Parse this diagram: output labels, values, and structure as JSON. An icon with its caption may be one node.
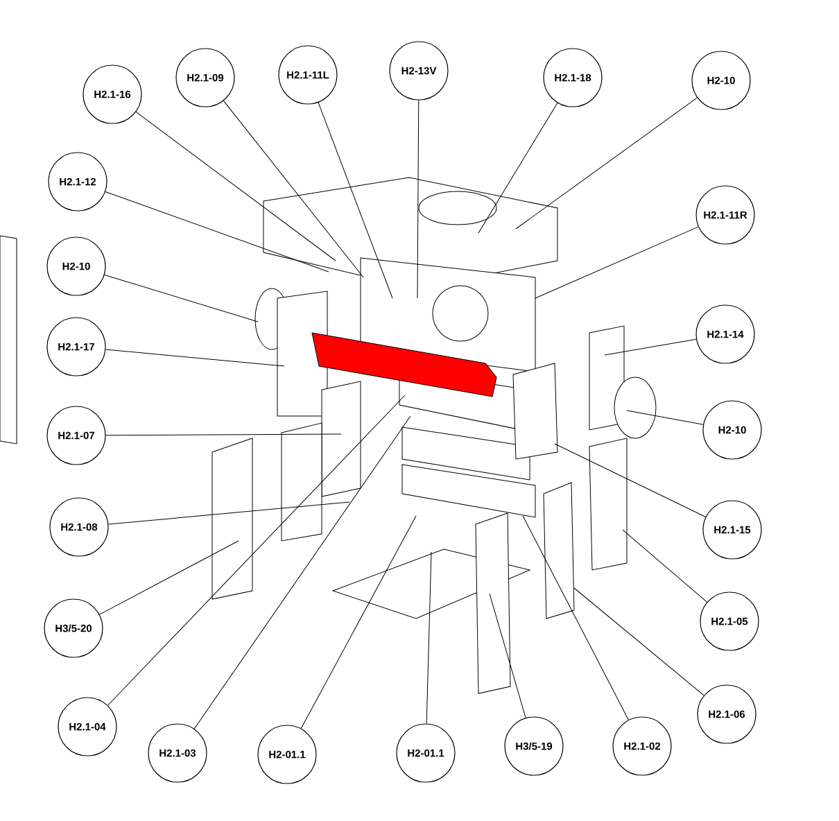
{
  "diagram": {
    "nodes": [
      {
        "text": [
          "H2.1-16"
        ]
      },
      {
        "text": [
          "H2.1-09"
        ]
      },
      {
        "text": [
          "H2.1-11L"
        ]
      },
      {
        "text": [
          "H2-13V"
        ]
      },
      {
        "text": [
          "H2.1-18"
        ]
      },
      {
        "text": [
          "H2-10"
        ]
      },
      {
        "text": [
          "H2.1-12"
        ]
      },
      {
        "text": [
          "H2.1-11R"
        ]
      },
      {
        "text": [
          "H2-10"
        ]
      },
      {
        "text": [
          "H2.1-14"
        ]
      },
      {
        "text": [
          "H2.1-17"
        ]
      },
      {
        "text": [
          "H2-10"
        ]
      },
      {
        "text": [
          "H2.1-07"
        ]
      },
      {
        "text": [
          "H2.1-15"
        ]
      },
      {
        "text": [
          "H2.1-08"
        ]
      },
      {
        "text": [
          "H2.1-05"
        ]
      },
      {
        "text": [
          "H3/5-20"
        ]
      },
      {
        "text": [
          "H2.1-06"
        ]
      },
      {
        "text": [
          "H2.1-04"
        ]
      },
      {
        "text": [
          "H2.1-03"
        ]
      },
      {
        "text": [
          "H2-01.1"
        ]
      },
      {
        "text": [
          "H2-01.1"
        ]
      },
      {
        "text": [
          "H3/5-19"
        ]
      },
      {
        "text": [
          "H2.1-02"
        ]
      }
    ],
    "edges": [
      {
        "from": 0,
        "to": null,
        "arrow": "none"
      },
      {
        "from": 1,
        "to": null,
        "arrow": "none"
      },
      {
        "from": 2,
        "to": null,
        "arrow": "none"
      },
      {
        "from": 3,
        "to": null,
        "arrow": "none"
      },
      {
        "from": 4,
        "to": null,
        "arrow": "none"
      },
      {
        "from": 5,
        "to": null,
        "arrow": "none"
      },
      {
        "from": 6,
        "to": null,
        "arrow": "none"
      },
      {
        "from": 7,
        "to": null,
        "arrow": "none"
      },
      {
        "from": 8,
        "to": null,
        "arrow": "none"
      },
      {
        "from": 9,
        "to": null,
        "arrow": "none"
      },
      {
        "from": 10,
        "to": null,
        "arrow": "none"
      },
      {
        "from": 11,
        "to": null,
        "arrow": "none"
      },
      {
        "from": 12,
        "to": null,
        "arrow": "none"
      },
      {
        "from": 13,
        "to": null,
        "arrow": "none"
      },
      {
        "from": 14,
        "to": null,
        "arrow": "none"
      },
      {
        "from": 15,
        "to": null,
        "arrow": "none"
      },
      {
        "from": 16,
        "to": null,
        "arrow": "none"
      },
      {
        "from": 17,
        "to": null,
        "arrow": "none"
      },
      {
        "from": 18,
        "to": null,
        "arrow": "none"
      },
      {
        "from": 19,
        "to": null,
        "arrow": "none"
      },
      {
        "from": 20,
        "to": null,
        "arrow": "none"
      },
      {
        "from": 21,
        "to": null,
        "arrow": "none"
      },
      {
        "from": 22,
        "to": null,
        "arrow": "none"
      },
      {
        "from": 23,
        "to": null,
        "arrow": "none"
      }
    ]
  }
}
